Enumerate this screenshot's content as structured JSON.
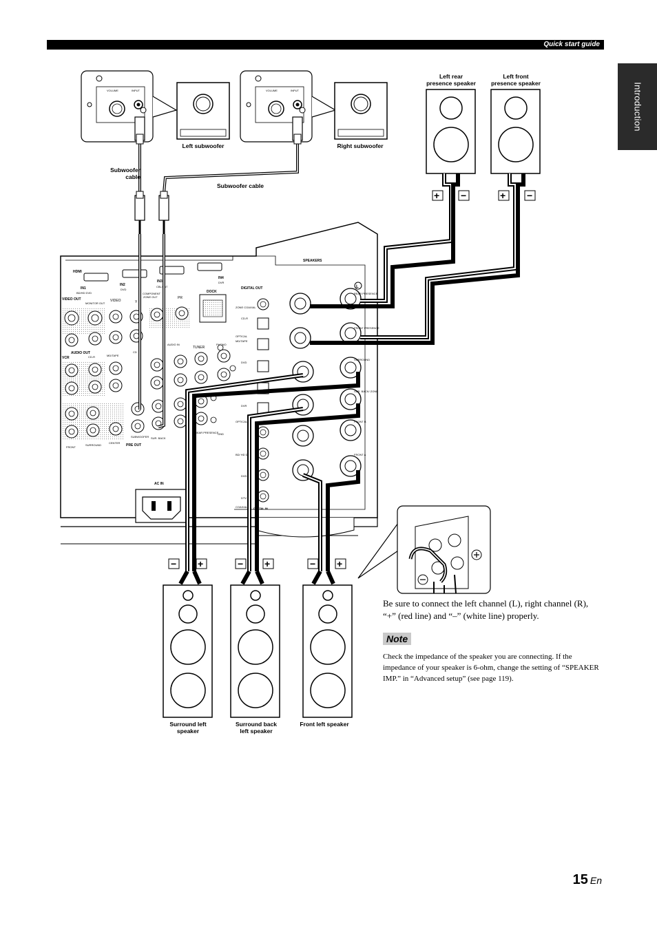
{
  "header": {
    "section_label": "Quick start guide"
  },
  "side_tab": {
    "label": "Introduction"
  },
  "labels": {
    "left_subwoofer": "Left subwoofer",
    "right_subwoofer": "Right subwoofer",
    "subwoofer_cable_1": "Subwoofer\ncable",
    "subwoofer_cable_2": "Subwoofer cable",
    "left_rear_presence": "Left rear\npresence speaker",
    "left_front_presence": "Left front\npresence speaker",
    "surround_left": "Surround left\nspeaker",
    "surround_back_left": "Surround back\nleft speaker",
    "front_left": "Front left speaker"
  },
  "panel": {
    "hdmi": "HDMI",
    "in1": "IN1",
    "bd_hd_dvd": "BD/HD DVD",
    "in2": "IN2",
    "dvd": "DVD",
    "in3": "IN3",
    "cbl_sat": "CBL/SAT",
    "in4": "IN4",
    "dvr": "DVR",
    "video_out": "VIDEO OUT",
    "monitor_out": "MONITOR OUT",
    "video": "VIDEO",
    "component": "COMPONENT",
    "zone_out": "ZONE OUT",
    "y": "Y",
    "pb": "PB",
    "pr": "PR",
    "dock": "DOCK",
    "digital_out": "DIGITAL OUT",
    "zone_coaxial": "ZONE COAXIAL",
    "cd_r": "CD-R",
    "optical": "OPTICAL",
    "md_tape": "MD/TAPE",
    "audio_out": "AUDIO OUT",
    "vcr": "VCR",
    "cd": "CD",
    "audio_in": "AUDIO IN",
    "tuner": "TUNER",
    "phono": "PHONO",
    "speakers": "SPEAKERS",
    "front": "FRONT",
    "surround": "SURROUND",
    "center": "CENTER",
    "sur_back": "SUR. BACK",
    "front_presence": "FRONT PRESENCE",
    "rear_presence": "REAR PRESENCE",
    "subwoofer": "SUBWOOFER",
    "pre_out": "PRE OUT",
    "gnd": "GND",
    "ac_in": "AC IN",
    "digital_in": "DIGITAL IN",
    "coaxial": "COAXIAL",
    "bd_hd_dvd2": "BD/ HD DVD",
    "dtv": "DTV",
    "front_b": "FRONT B",
    "front_a": "FRONT A",
    "sur_back_zone": "SUR. BACK/ ZONE",
    "rear_presence_t": "REAR PRESENCE",
    "front_presence_t": "FRONT PRESENCE",
    "volume": "VOLUME",
    "input": "INPUT"
  },
  "instructions": {
    "main": "Be sure to connect the left channel (L), right channel (R), “+” (red line) and “–” (white line) properly.",
    "note_heading": "Note",
    "note_body": "Check the impedance of the speaker you are connecting. If the impedance of your speaker is 6-ohm, change the setting of “SPEAKER IMP.” in “Advanced setup” (see page 119)."
  },
  "footer": {
    "page_number": "15",
    "language": "En"
  }
}
